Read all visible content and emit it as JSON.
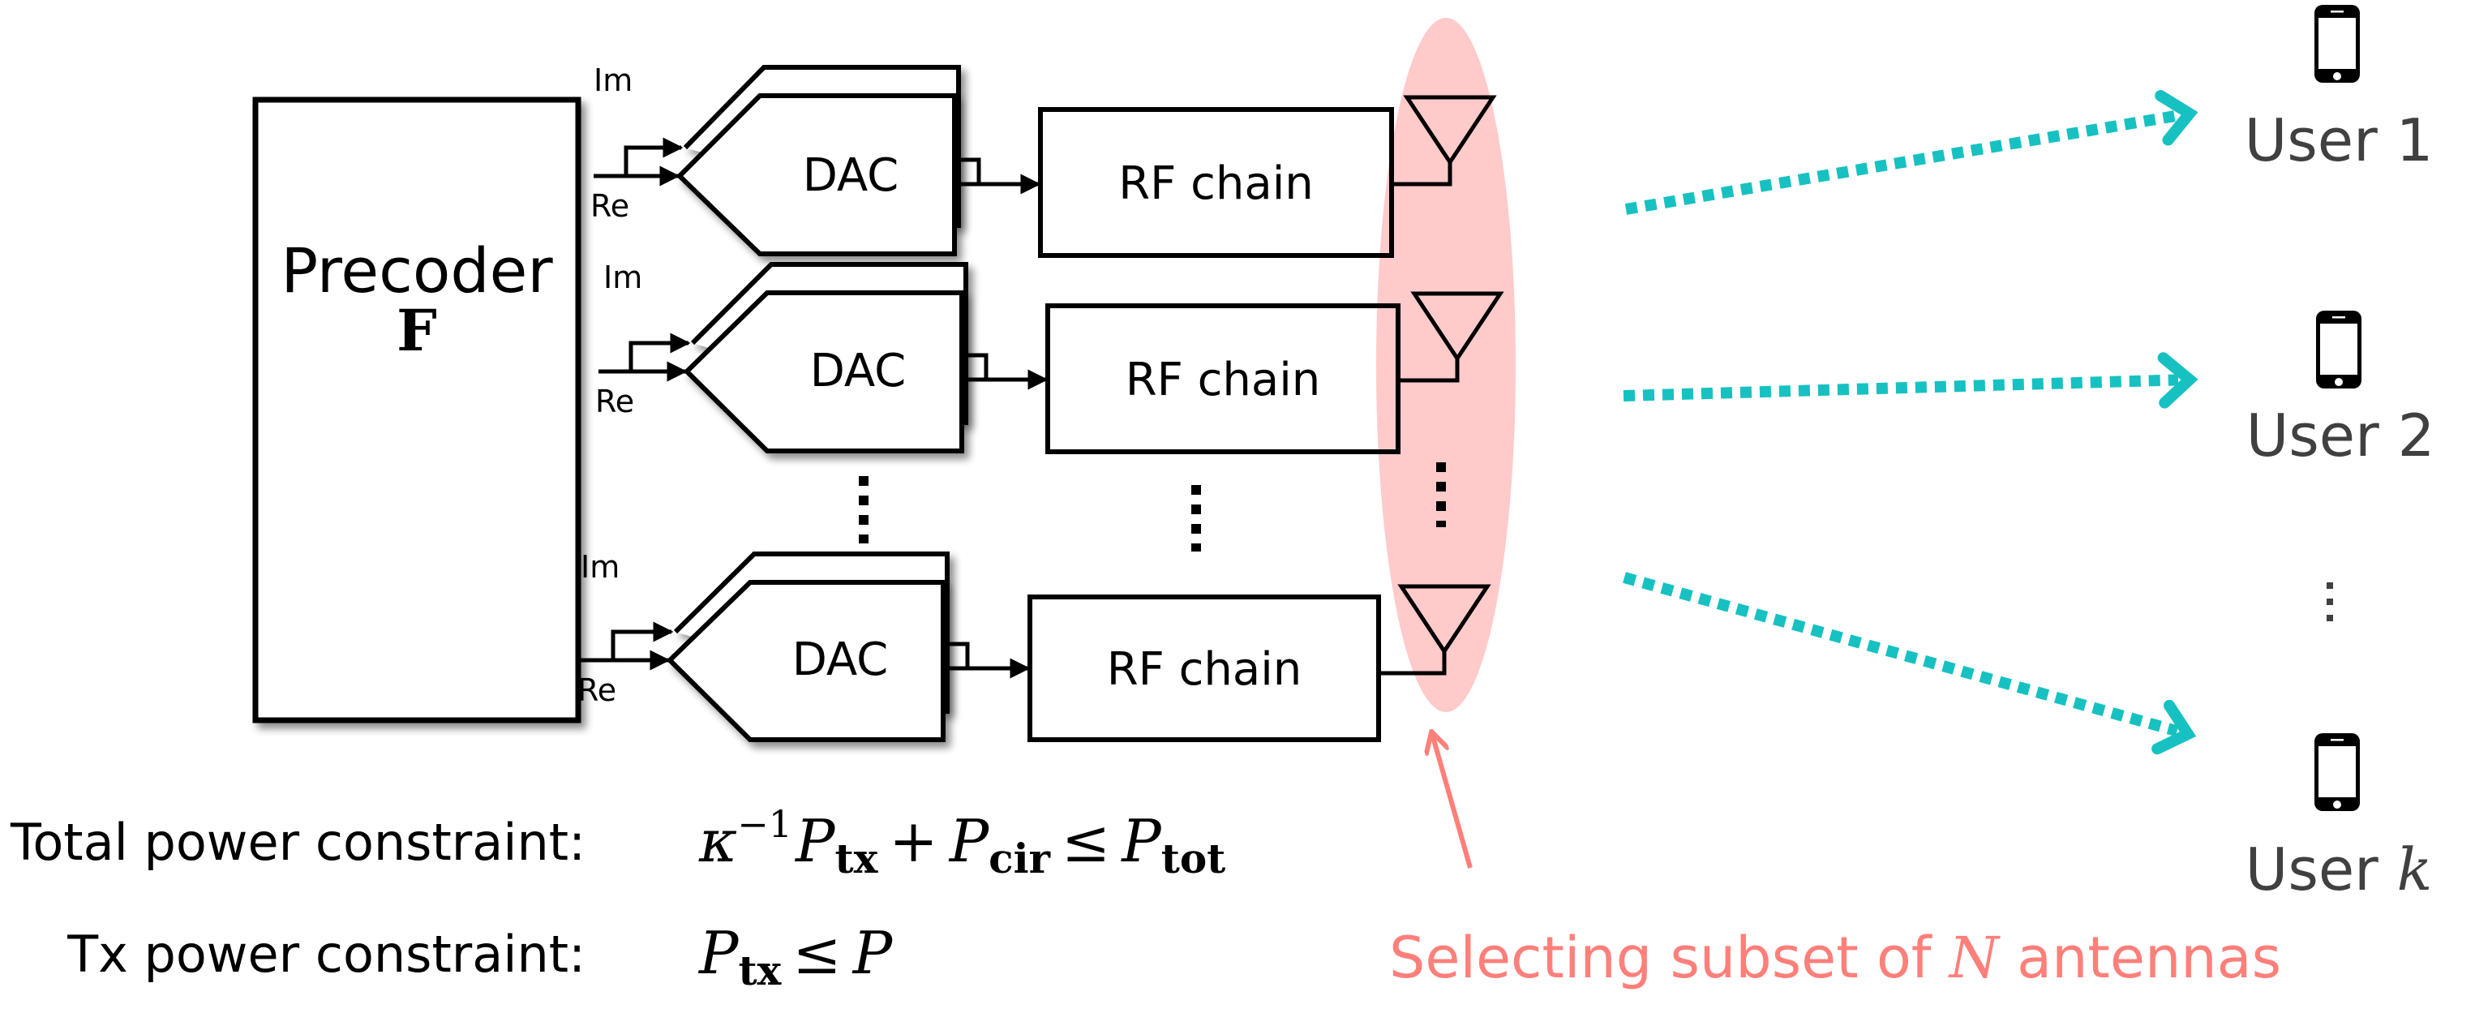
{
  "precoder": {
    "title": "Precoder",
    "matrix_symbol": "F"
  },
  "chains": [
    {
      "im_label": "Im",
      "re_label": "Re",
      "dac_label": "DAC",
      "rf_label": "RF chain"
    },
    {
      "im_label": "Im",
      "re_label": "Re",
      "dac_label": "DAC",
      "rf_label": "RF chain"
    },
    {
      "im_label": "Im",
      "re_label": "Re",
      "dac_label": "DAC",
      "rf_label": "RF chain"
    }
  ],
  "users": [
    {
      "prefix": "User",
      "index": "1",
      "index_italic": false,
      "icon": "smartphone-icon"
    },
    {
      "prefix": "User",
      "index": "2",
      "index_italic": false,
      "icon": "smartphone-icon"
    },
    {
      "prefix": "User",
      "index": "k",
      "index_italic": true,
      "icon": "smartphone-icon"
    }
  ],
  "antenna_selection": {
    "caption_before": "Selecting subset of ",
    "caption_var": "N",
    "caption_after": " antennas",
    "highlight_color": "#FFCACA",
    "caption_color": "#FF7F7A"
  },
  "link_color": "#17C1C1",
  "constraints": [
    {
      "label": "Total power constraint:",
      "expression": "κ⁻¹P_tx + P_cir ≤ P_tot",
      "parts": {
        "kappa": "κ",
        "kappa_exp": "−1",
        "p1": "P",
        "p1_sub": "tx",
        "plus": "+",
        "p2": "P",
        "p2_sub": "cir",
        "leq": "≤",
        "p3": "P",
        "p3_sub": "tot"
      }
    },
    {
      "label": "Tx power constraint:",
      "expression": "P_tx ≤ P",
      "parts": {
        "p1": "P",
        "p1_sub": "tx",
        "leq": "≤",
        "p2": "P"
      }
    }
  ]
}
